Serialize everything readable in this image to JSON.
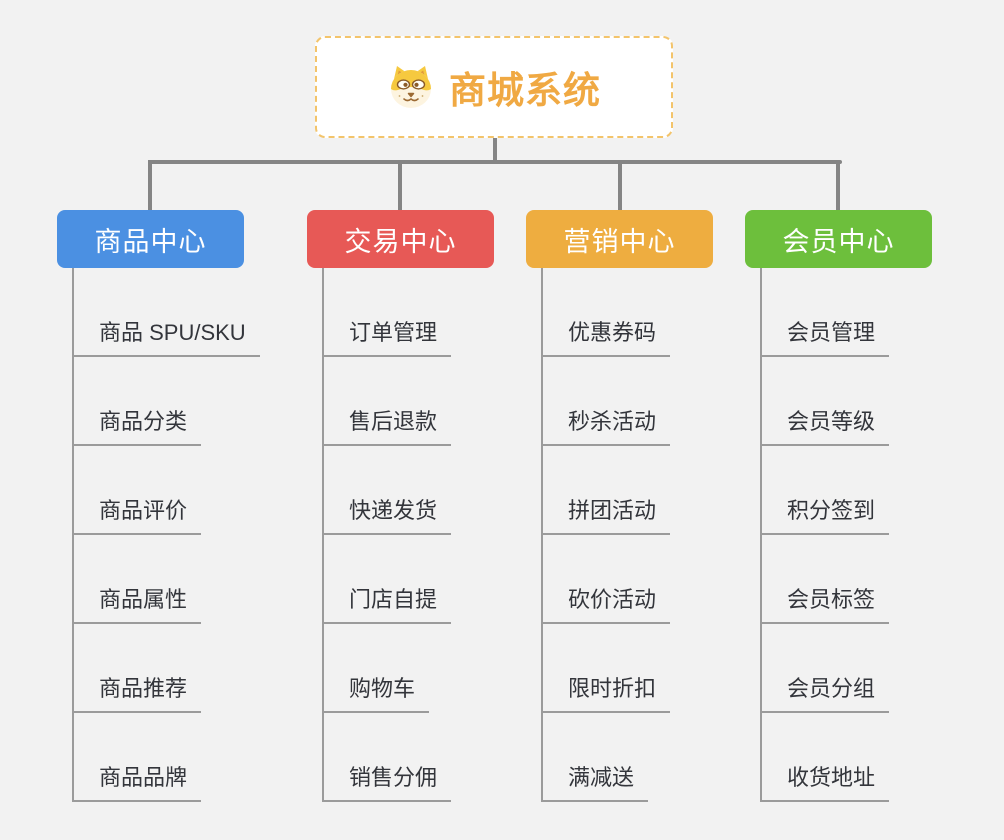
{
  "root": {
    "title": "商城系统",
    "icon": "shiba-dog-face"
  },
  "colors": {
    "background": "#f2f2f2",
    "root_border": "#f3c46b",
    "root_text": "#f0a943",
    "connector": "#858585",
    "leaf_line": "#9b9b9b",
    "leaf_text": "#33353b",
    "branch_products": "#4b90e2",
    "branch_trade": "#e75956",
    "branch_marketing": "#eead40",
    "branch_member": "#6dbf3c"
  },
  "branches": [
    {
      "key": "products-center",
      "label": "商品中心",
      "color": "#4b90e2",
      "items": [
        "商品 SPU/SKU",
        "商品分类",
        "商品评价",
        "商品属性",
        "商品推荐",
        "商品品牌"
      ]
    },
    {
      "key": "trade-center",
      "label": "交易中心",
      "color": "#e75956",
      "items": [
        "订单管理",
        "售后退款",
        "快递发货",
        "门店自提",
        "购物车",
        "销售分佣"
      ]
    },
    {
      "key": "marketing-center",
      "label": "营销中心",
      "color": "#eead40",
      "items": [
        "优惠券码",
        "秒杀活动",
        "拼团活动",
        "砍价活动",
        "限时折扣",
        "满减送"
      ]
    },
    {
      "key": "member-center",
      "label": "会员中心",
      "color": "#6dbf3c",
      "items": [
        "会员管理",
        "会员等级",
        "积分签到",
        "会员标签",
        "会员分组",
        "收货地址"
      ]
    }
  ]
}
